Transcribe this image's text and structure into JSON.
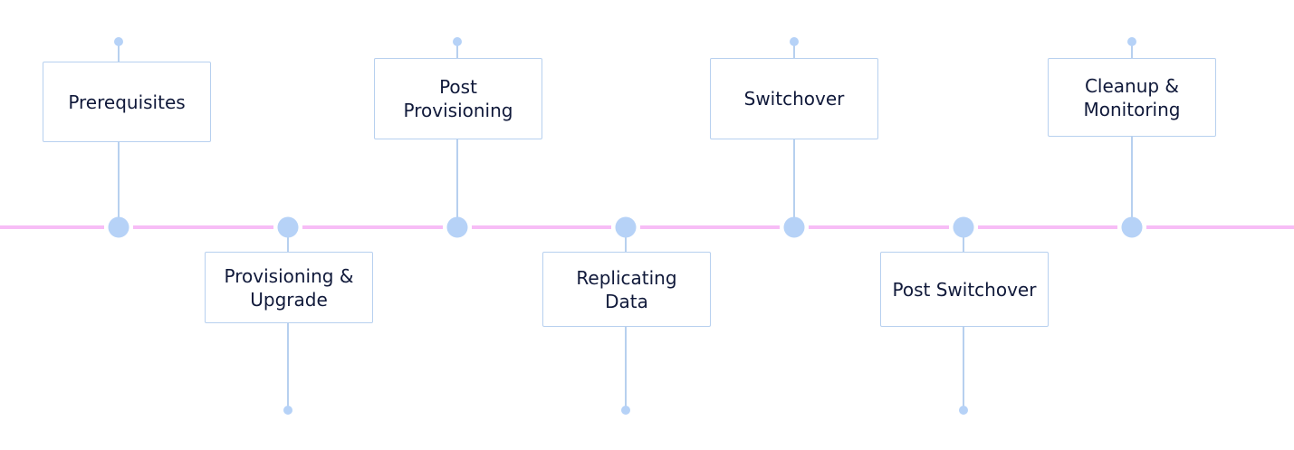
{
  "colors": {
    "timeline_line": "#f7bdf6",
    "node": "#b6d2f7",
    "connector": "#b7d0ef",
    "box_border": "#b7d0ef",
    "text": "#10193a"
  },
  "steps": [
    {
      "label": "Prerequisites"
    },
    {
      "label": "Provisioning &\nUpgrade"
    },
    {
      "label": "Post\nProvisioning"
    },
    {
      "label": "Replicating\nData"
    },
    {
      "label": "Switchover"
    },
    {
      "label": "Post Switchover"
    },
    {
      "label": "Cleanup &\nMonitoring"
    }
  ]
}
